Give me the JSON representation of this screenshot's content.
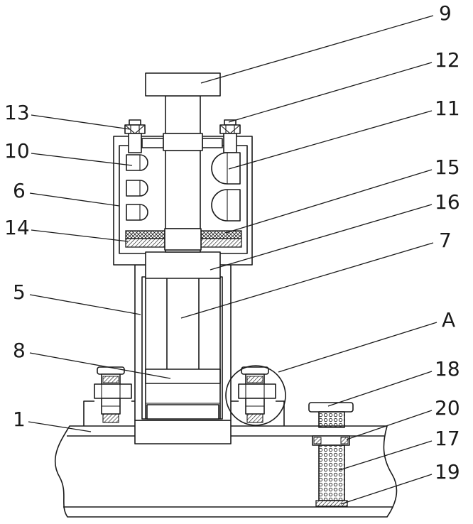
{
  "labels": {
    "part_9": "9",
    "part_12": "12",
    "part_13": "13",
    "part_11": "11",
    "part_10": "10",
    "part_15": "15",
    "part_6": "6",
    "part_16": "16",
    "part_14": "14",
    "part_7": "7",
    "part_5": "5",
    "part_A": "A",
    "part_8": "8",
    "part_18": "18",
    "part_1": "1",
    "part_20": "20",
    "part_17": "17",
    "part_19": "19"
  },
  "colors": {
    "line": "#1a1a1a",
    "background": "#ffffff"
  }
}
